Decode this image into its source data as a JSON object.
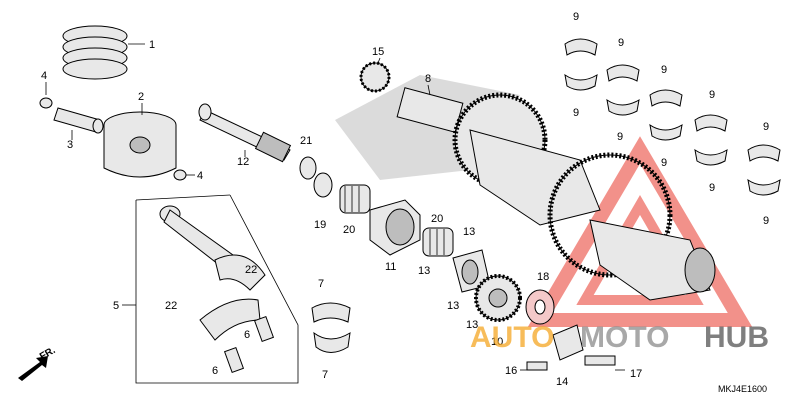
{
  "diagram": {
    "drawing_code": "MKJ4E1600",
    "front_marker": "FR.",
    "callouts": {
      "c1": "1",
      "c2": "2",
      "c3": "3",
      "c4a": "4",
      "c4b": "4",
      "c5": "5",
      "c6a": "6",
      "c6b": "6",
      "c7a": "7",
      "c7b": "7",
      "c8": "8",
      "c11": "11",
      "c12": "12",
      "c10": "10",
      "c13a": "13",
      "c13b": "13",
      "c13c": "13",
      "c13d": "13",
      "c14": "14",
      "c15": "15",
      "c16": "16",
      "c17": "17",
      "c18": "18",
      "c19": "19",
      "c20a": "20",
      "c20b": "20",
      "c21": "21",
      "c22a": "22",
      "c22b": "22",
      "c9a": "9",
      "c9b": "9",
      "c9c": "9",
      "c9d": "9",
      "c9e": "9",
      "c9f": "9",
      "c9g": "9",
      "c9h": "9",
      "c9i": "9",
      "c9j": "9"
    }
  },
  "watermark": {
    "brand_orange": "AUTO",
    "brand_gray": "MOTO",
    "brand_dark": "HUB",
    "accent_red": "#e8392b",
    "accent_orange": "#f5a623",
    "accent_gray": "#8c8c8c"
  }
}
